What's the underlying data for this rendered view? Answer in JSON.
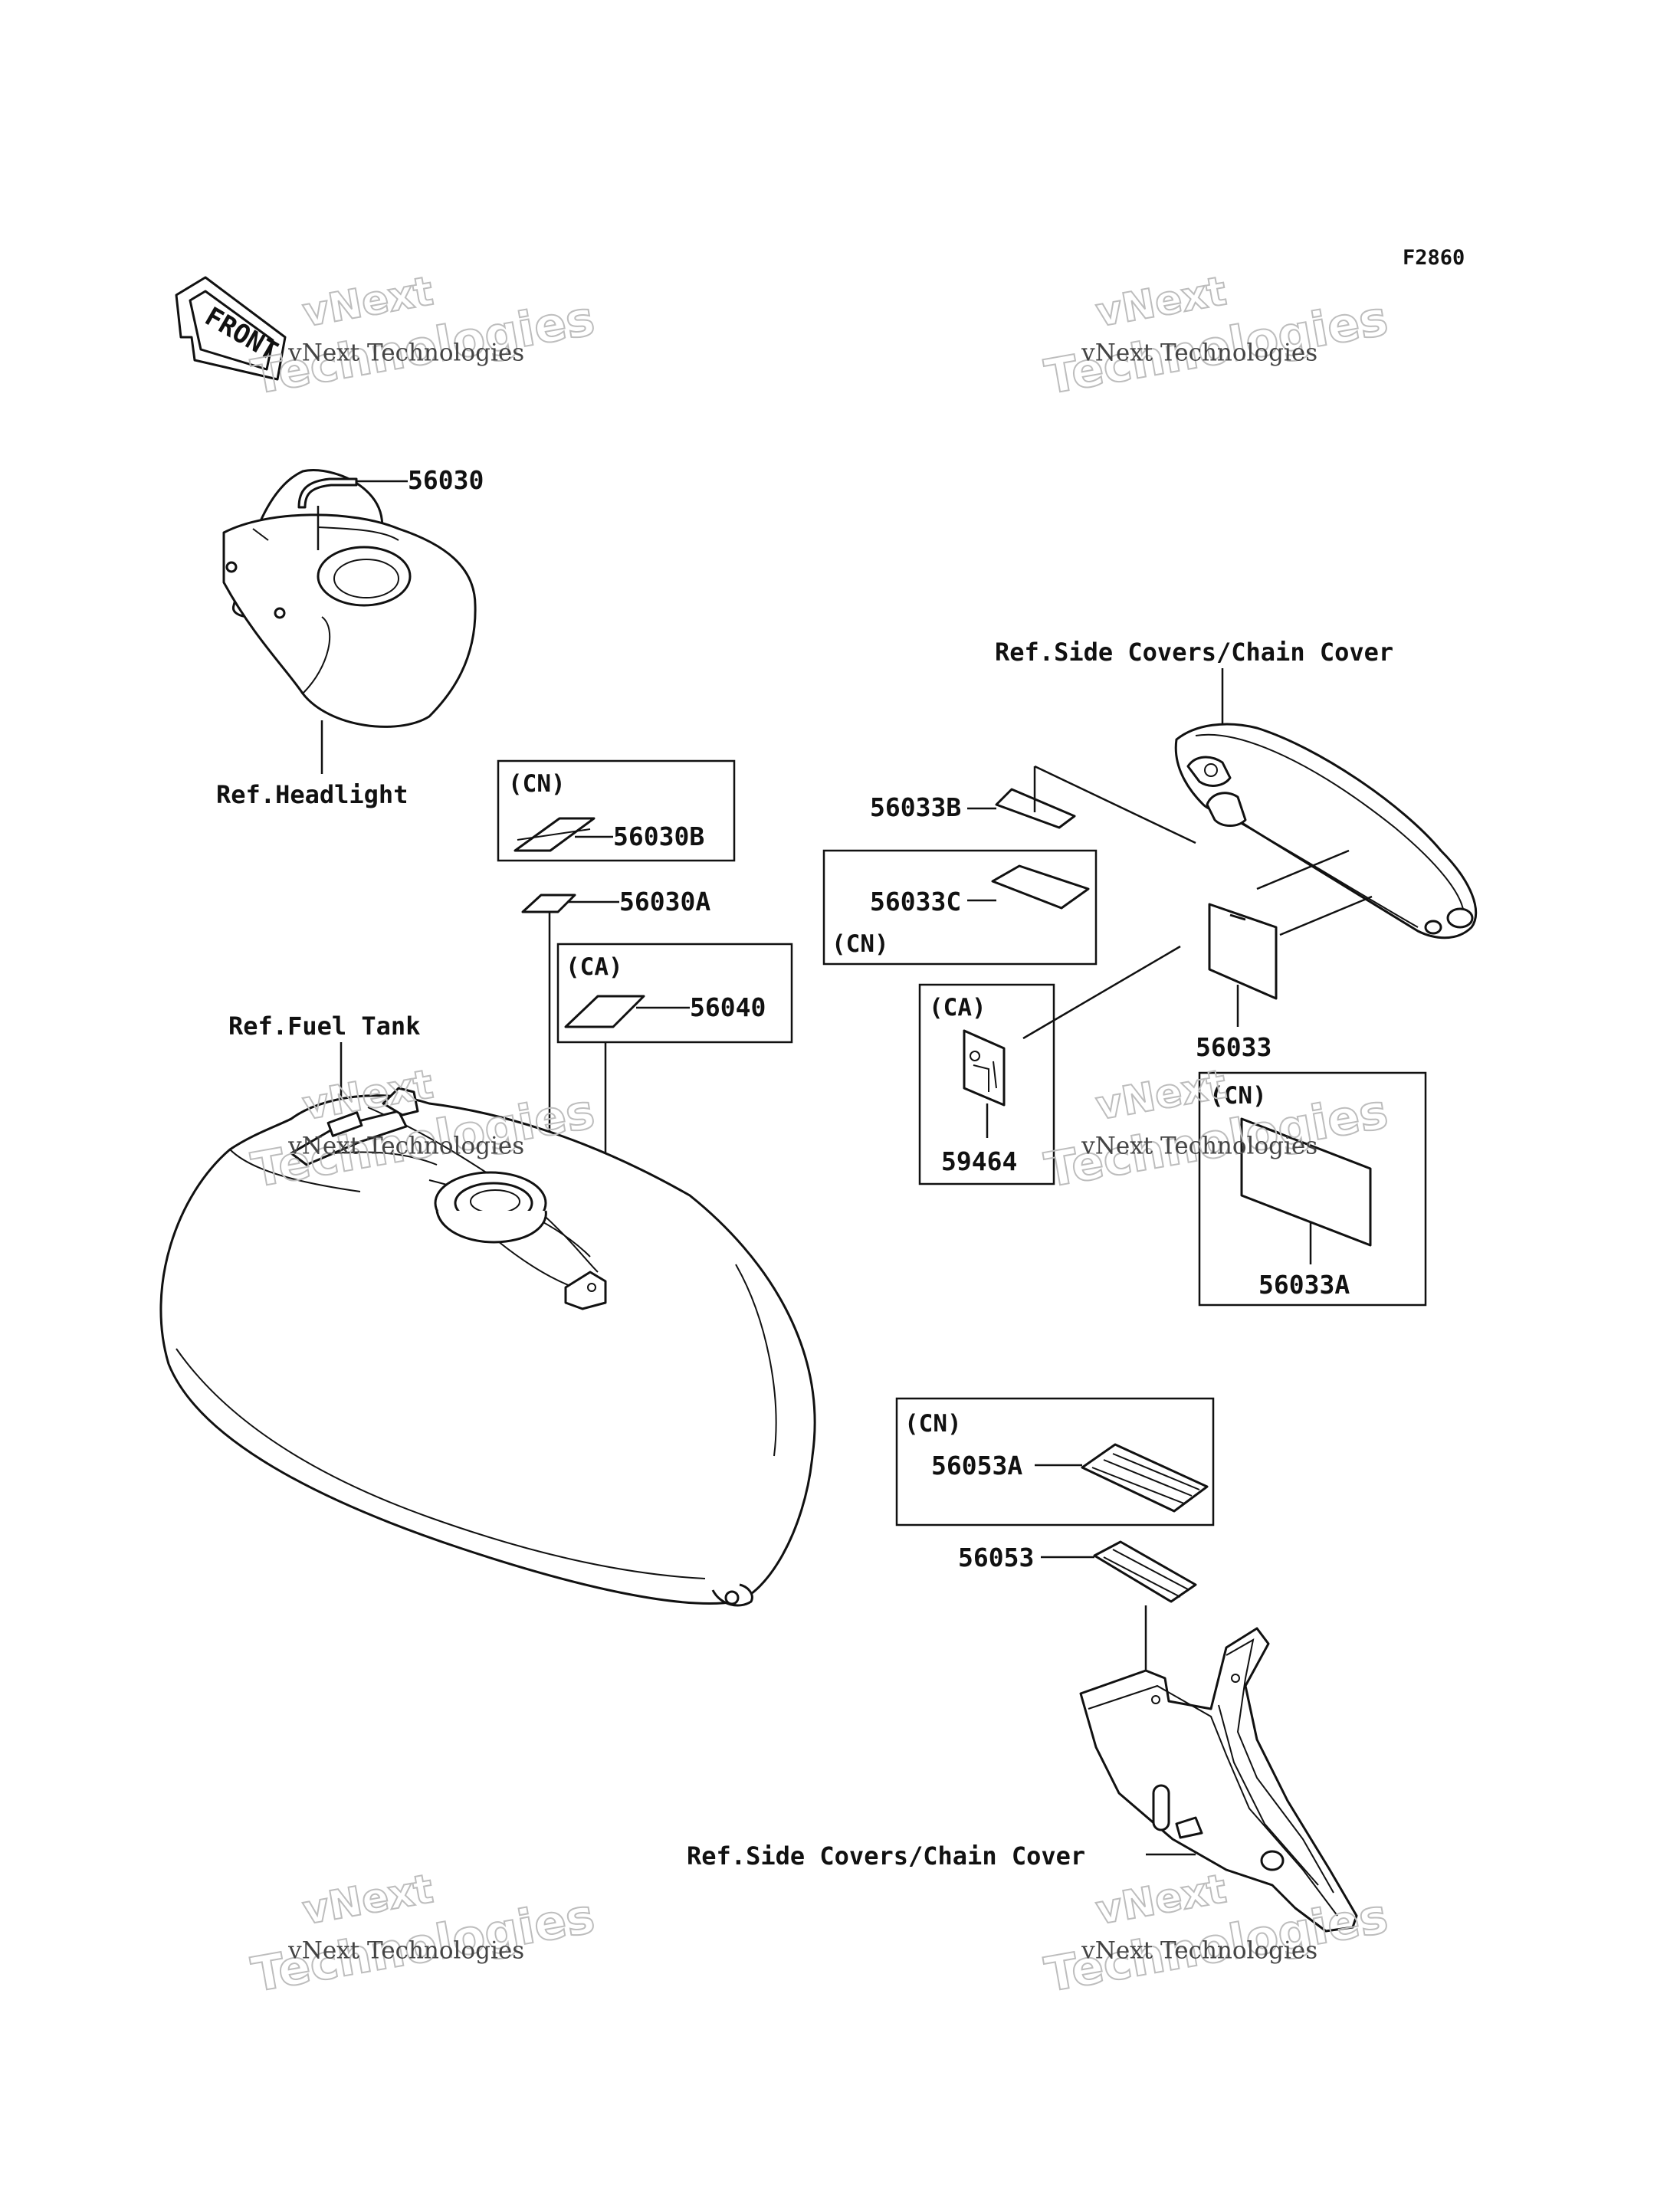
{
  "figure_code": "F2860",
  "front_arrow_label": "FRONT",
  "watermark": {
    "brand": "vNext",
    "caption": "vNext Technologies",
    "word": "Technologies"
  },
  "references": {
    "headlight": "Ref.Headlight",
    "fuel_tank": "Ref.Fuel Tank",
    "side_covers_top": "Ref.Side Covers/Chain Cover",
    "side_covers_bottom": "Ref.Side Covers/Chain Cover"
  },
  "parts": {
    "p56030": "56030",
    "p56030B": "56030B",
    "p56030A": "56030A",
    "p56040": "56040",
    "p56033B": "56033B",
    "p56033C": "56033C",
    "p56033": "56033",
    "p59464": "59464",
    "p56033A": "56033A",
    "p56053A": "56053A",
    "p56053": "56053"
  },
  "region_codes": {
    "cn_56030B": "(CN)",
    "ca_56040": "(CA)",
    "cn_56033C": "(CN)",
    "ca_59464": "(CA)",
    "cn_56033A": "(CN)",
    "cn_56053A": "(CN)"
  }
}
